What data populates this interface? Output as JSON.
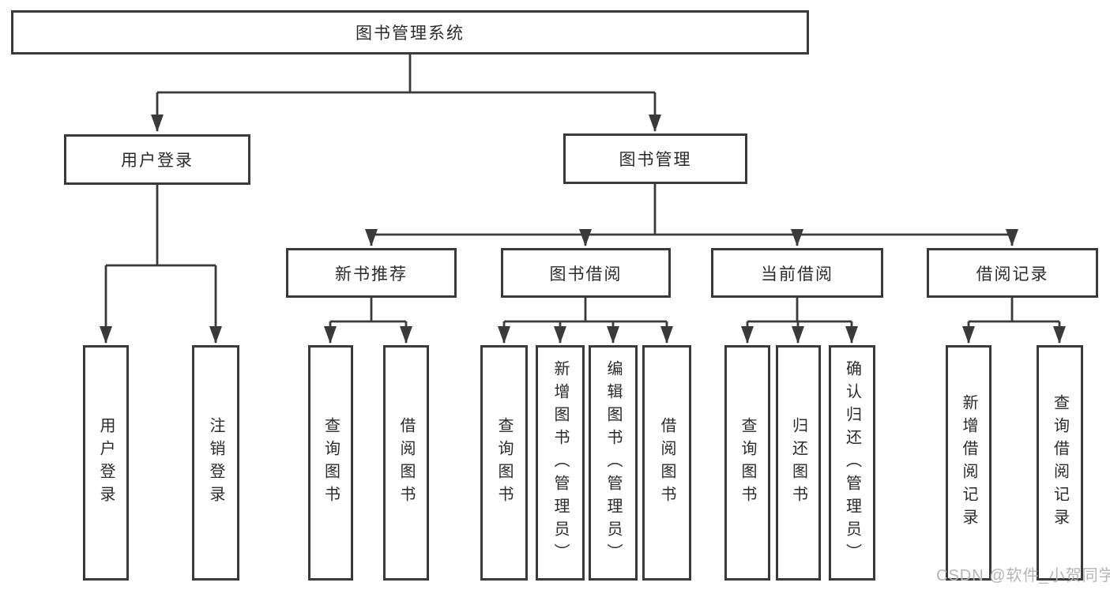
{
  "diagram": {
    "root": {
      "label": "图书管理系统"
    },
    "branches": [
      {
        "label": "用户登录",
        "children": [
          {
            "label": "用户登录"
          },
          {
            "label": "注销登录"
          }
        ]
      },
      {
        "label": "图书管理",
        "children": [
          {
            "label": "新书推荐",
            "children": [
              {
                "label": "查询图书"
              },
              {
                "label": "借阅图书"
              }
            ]
          },
          {
            "label": "图书借阅",
            "children": [
              {
                "label": "查询图书"
              },
              {
                "label": "新增图书（管理员）"
              },
              {
                "label": "编辑图书（管理员）"
              },
              {
                "label": "借阅图书"
              }
            ]
          },
          {
            "label": "当前借阅",
            "children": [
              {
                "label": "查询图书"
              },
              {
                "label": "归还图书"
              },
              {
                "label": "确认归还（管理员）"
              }
            ]
          },
          {
            "label": "借阅记录",
            "children": [
              {
                "label": "新增借阅记录"
              },
              {
                "label": "查询借阅记录"
              }
            ]
          }
        ]
      }
    ]
  },
  "watermark": {
    "text": "CSDN @软件_小贺同学"
  },
  "colors": {
    "line": "#3a3a3a",
    "text": "#2b2b2b",
    "background": "#ffffff",
    "watermark": "#b5b5b5"
  }
}
